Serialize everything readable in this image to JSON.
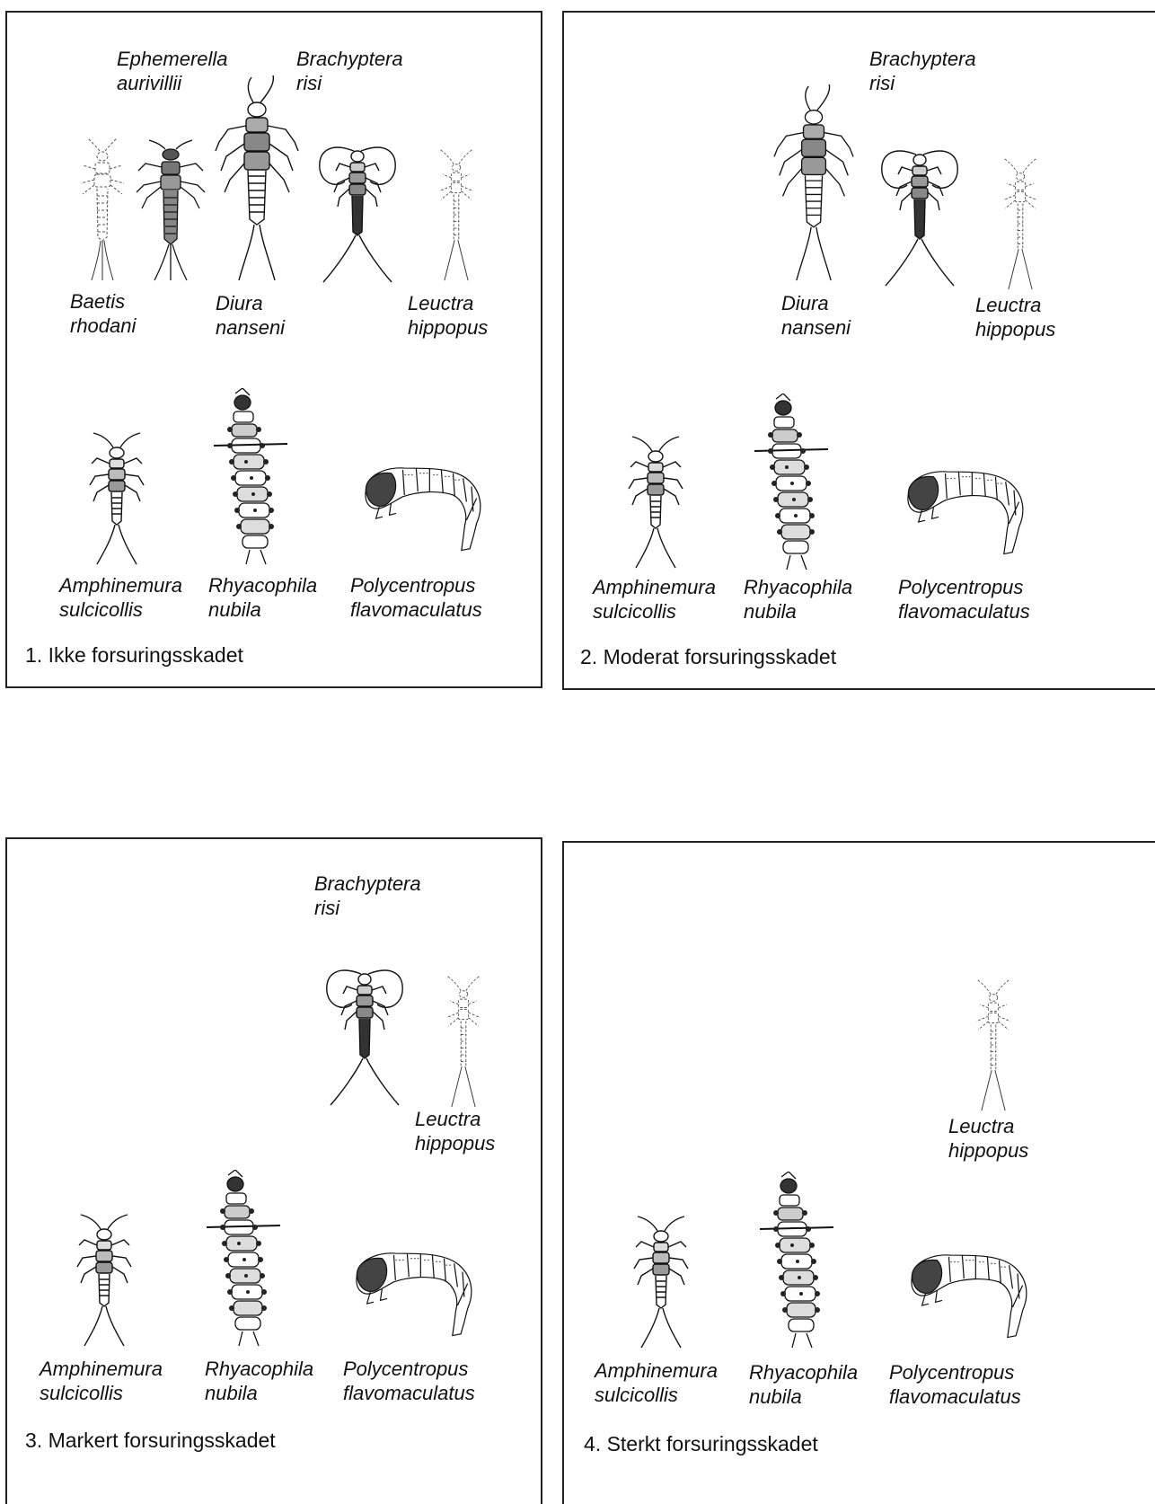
{
  "panels": [
    {
      "caption": "1.  Ikke forsuringsskadet",
      "species": {
        "ephemerella": [
          "Ephemerella",
          "aurivillii"
        ],
        "brachyptera": [
          "Brachyptera",
          "risi"
        ],
        "baetis": [
          "Baetis",
          "rhodani"
        ],
        "diura": [
          "Diura",
          "nanseni"
        ],
        "leuctra": [
          "Leuctra",
          "hippopus"
        ],
        "amphinemura": [
          "Amphinemura",
          "sulcicollis"
        ],
        "rhyacophila": [
          "Rhyacophila",
          "nubila"
        ],
        "polycentropus": [
          "Polycentropus",
          "flavomaculatus"
        ]
      }
    },
    {
      "caption": "2.  Moderat forsuringsskadet",
      "species": {
        "brachyptera": [
          "Brachyptera",
          "risi"
        ],
        "diura": [
          "Diura",
          "nanseni"
        ],
        "leuctra": [
          "Leuctra",
          "hippopus"
        ],
        "amphinemura": [
          "Amphinemura",
          "sulcicollis"
        ],
        "rhyacophila": [
          "Rhyacophila",
          "nubila"
        ],
        "polycentropus": [
          "Polycentropus",
          "flavomaculatus"
        ]
      }
    },
    {
      "caption": "3.  Markert forsuringsskadet",
      "species": {
        "brachyptera": [
          "Brachyptera",
          "risi"
        ],
        "leuctra": [
          "Leuctra",
          "hippopus"
        ],
        "amphinemura": [
          "Amphinemura",
          "sulcicollis"
        ],
        "rhyacophila": [
          "Rhyacophila",
          "nubila"
        ],
        "polycentropus": [
          "Polycentropus",
          "flavomaculatus"
        ]
      }
    },
    {
      "caption": "4.  Sterkt forsuringsskadet",
      "species": {
        "leuctra": [
          "Leuctra",
          "hippopus"
        ],
        "amphinemura": [
          "Amphinemura",
          "sulcicollis"
        ],
        "rhyacophila": [
          "Rhyacophila",
          "nubila"
        ],
        "polycentropus": [
          "Polycentropus",
          "flavomaculatus"
        ]
      }
    }
  ]
}
